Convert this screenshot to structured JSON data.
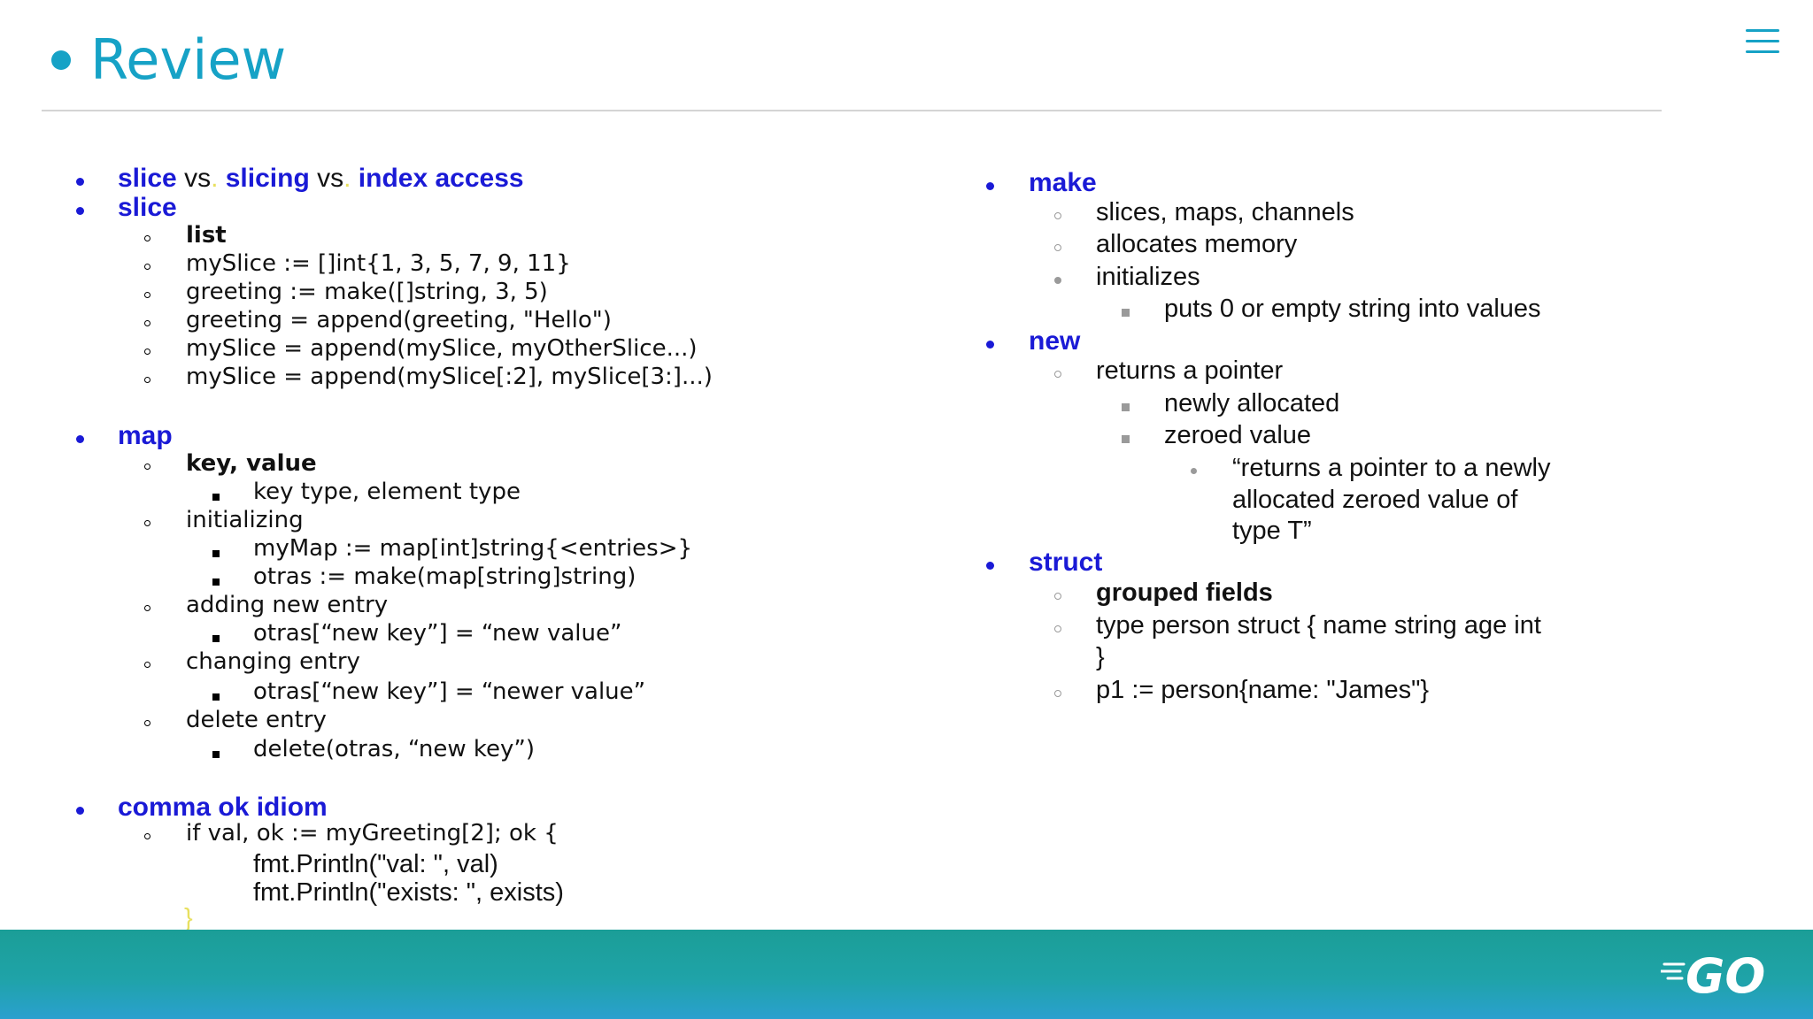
{
  "slide": {
    "title": "Review",
    "colors": {
      "accent": "#16a2c6",
      "heading": "#1a1ad6",
      "footer": "#1fa3a8"
    },
    "icons": {
      "menu": "hamburger-menu-icon",
      "logo": "go-logo"
    },
    "logo_text": "GO"
  },
  "left": {
    "l0": {
      "a": "slice",
      "b": " vs",
      "c": ". ",
      "d": "slicing",
      "e": " vs",
      "f": ". ",
      "g": "index access"
    },
    "l1": "slice",
    "l2": "list",
    "l3": "mySlice := []int{1, 3, 5, 7, 9, 11}",
    "l4": "greeting := make([]string, 3, 5)",
    "l5": "greeting = append(greeting, \"Hello\")",
    "l6": "mySlice = append(mySlice, myOtherSlice...)",
    "l7": "mySlice = append(mySlice[:2], mySlice[3:]...)",
    "l8": "map",
    "l9": "key, value",
    "l10": "key type, element type",
    "l11": "initializing",
    "l12": "myMap := map[int]string{<entries>}",
    "l13": "otras := make(map[string]string)",
    "l14": "adding new entry",
    "l15": "otras[“new key”] = “new value”",
    "l16": "changing entry",
    "l17": "otras[“new key”] = “newer value”",
    "l18": "delete entry",
    "l19": "delete(otras, “new key”)",
    "l20": "comma ok idiom",
    "l21": "if val, ok := myGreeting[2]; ok {",
    "l22": "fmt.Println(\"val: \", val)",
    "l23": "fmt.Println(\"exists: \", exists)",
    "l24": "}"
  },
  "right": {
    "r0": "make",
    "r1": "slices, maps, channels",
    "r2": "allocates memory",
    "r3": "initializes",
    "r4": "puts 0 or empty string into values",
    "r5": "new",
    "r6": "returns a pointer",
    "r7": "newly allocated",
    "r8": "zeroed value",
    "r9": "“returns a pointer to a newly",
    "r10": "allocated zeroed value of",
    "r11": "type T”",
    "r12": "struct",
    "r13": "grouped fields",
    "r14": "type person struct { name string age int",
    "r15": "}",
    "r16": "p1 := person{name: \"James\"}"
  }
}
